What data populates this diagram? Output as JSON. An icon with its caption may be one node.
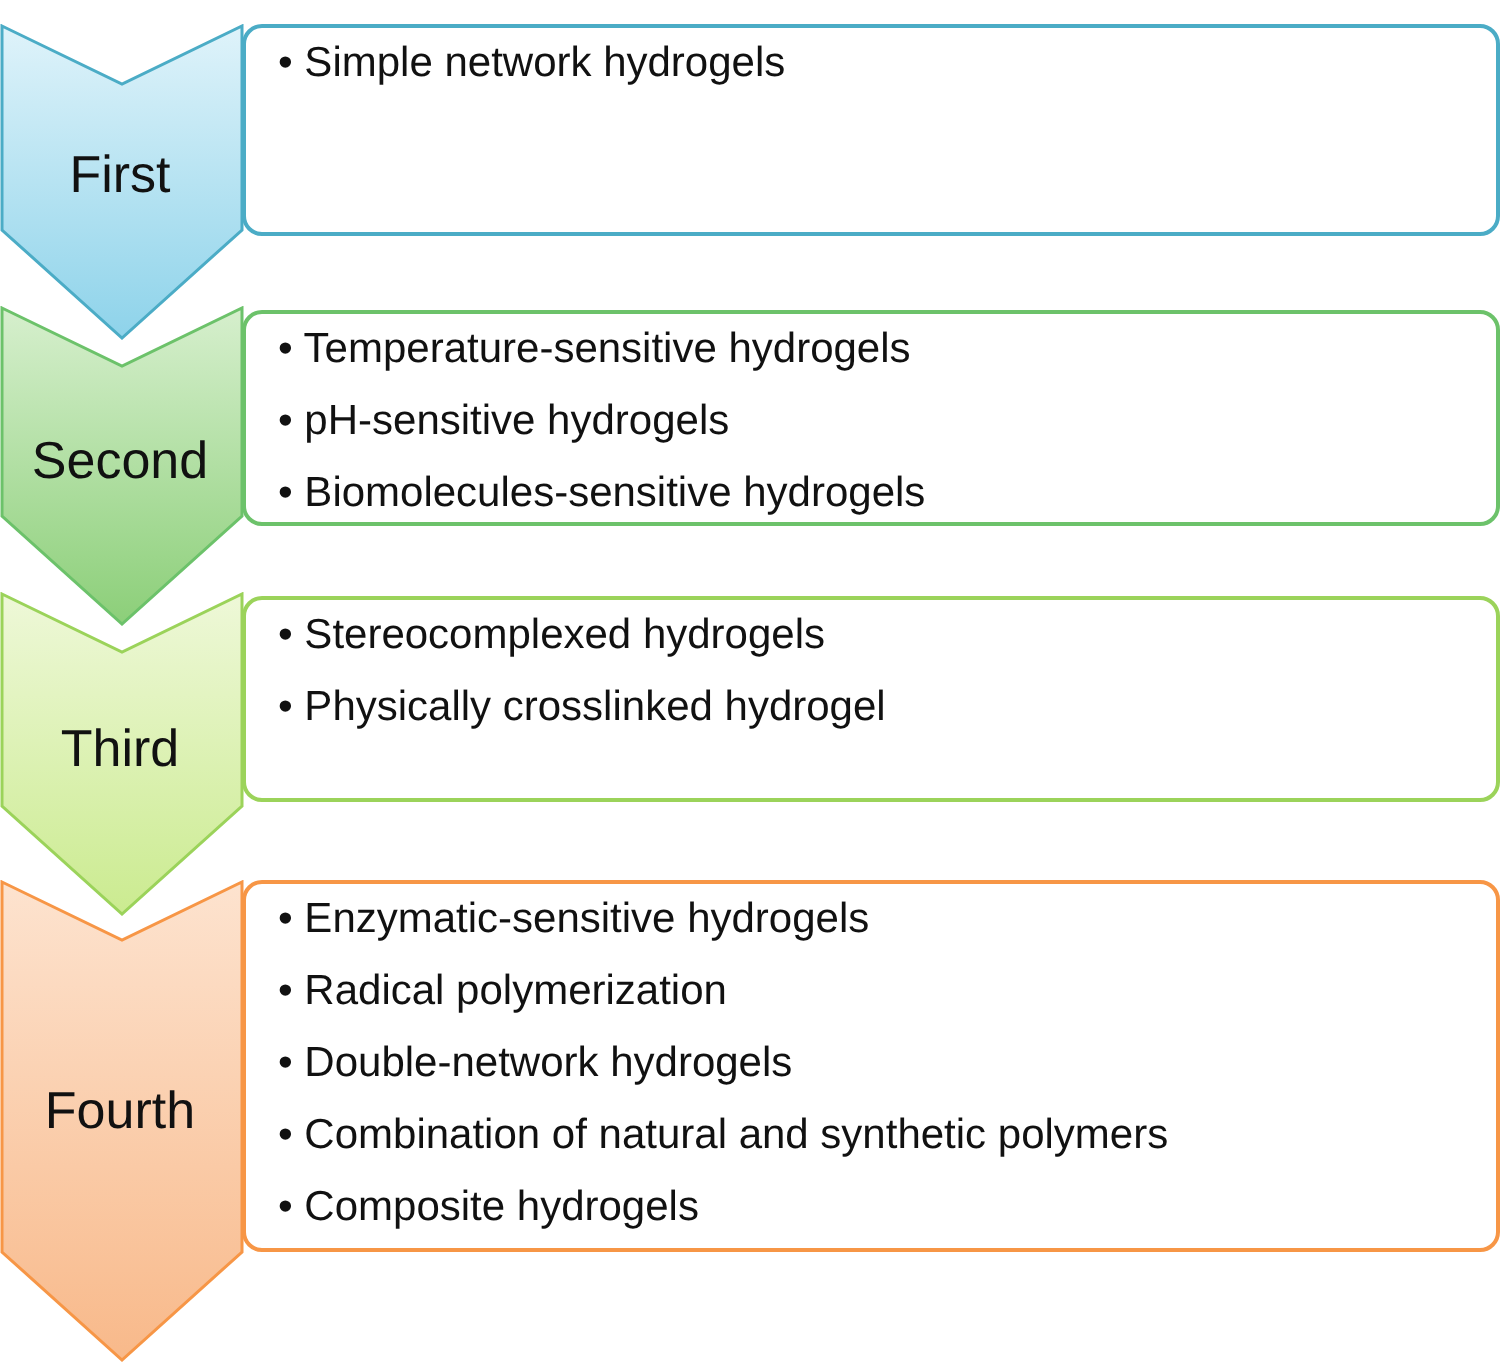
{
  "diagram": {
    "nodes": [
      {
        "text": [
          "First"
        ]
      },
      {
        "text": [
          "• Simple network hydrogels"
        ]
      },
      {
        "text": [
          "Second"
        ]
      },
      {
        "text": [
          "• Temperature-sensitive hydrogels",
          "• pH-sensitive hydrogels",
          "• Biomolecules-sensitive hydrogels"
        ]
      },
      {
        "text": [
          "Third"
        ]
      },
      {
        "text": [
          "• Stereocomplexed hydrogels",
          "• Physically crosslinked hydrogel"
        ]
      },
      {
        "text": [
          "Fourth"
        ]
      },
      {
        "text": [
          "• Enzymatic-sensitive hydrogels",
          "• Radical polymerization",
          "• Double-network hydrogels",
          "• Combination of natural and synthetic polymers",
          "• Composite hydrogels"
        ]
      }
    ]
  }
}
